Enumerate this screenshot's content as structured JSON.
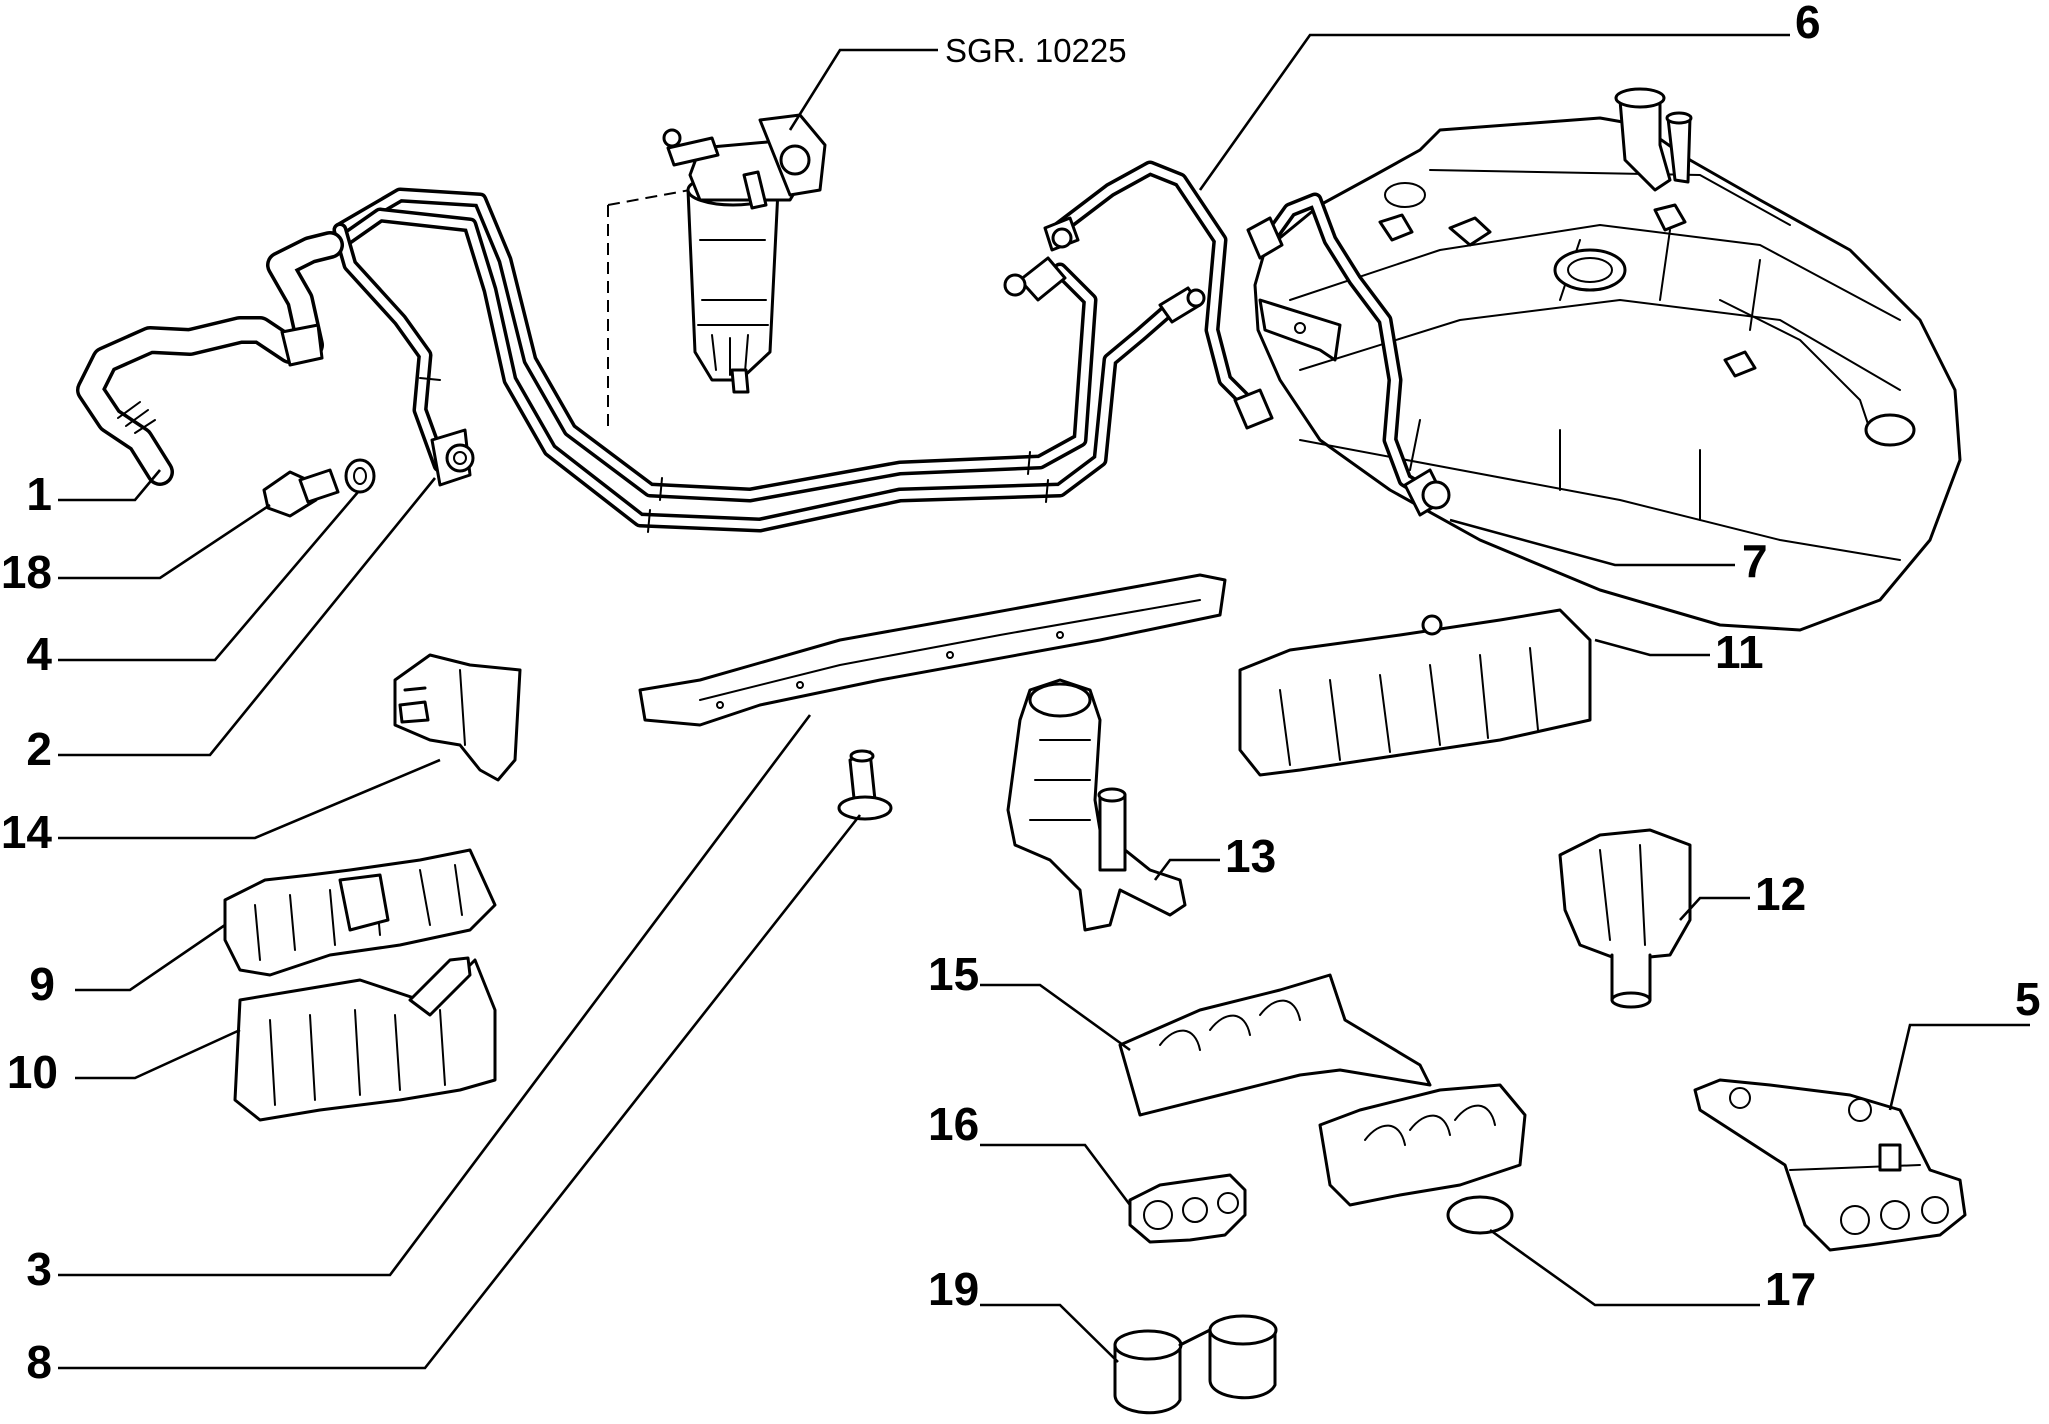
{
  "reference_label": "SGR. 10225",
  "callouts": [
    {
      "id": "c1",
      "label": "1"
    },
    {
      "id": "c18",
      "label": "18"
    },
    {
      "id": "c4",
      "label": "4"
    },
    {
      "id": "c2",
      "label": "2"
    },
    {
      "id": "c14",
      "label": "14"
    },
    {
      "id": "c9",
      "label": "9"
    },
    {
      "id": "c10",
      "label": "10"
    },
    {
      "id": "c3",
      "label": "3"
    },
    {
      "id": "c8",
      "label": "8"
    },
    {
      "id": "c6",
      "label": "6"
    },
    {
      "id": "c7",
      "label": "7"
    },
    {
      "id": "c11",
      "label": "11"
    },
    {
      "id": "c13",
      "label": "13"
    },
    {
      "id": "c12",
      "label": "12"
    },
    {
      "id": "c15",
      "label": "15"
    },
    {
      "id": "c5",
      "label": "5"
    },
    {
      "id": "c16",
      "label": "16"
    },
    {
      "id": "c17",
      "label": "17"
    },
    {
      "id": "c19",
      "label": "19"
    }
  ],
  "colors": {
    "line": "#000000",
    "background": "#ffffff"
  }
}
